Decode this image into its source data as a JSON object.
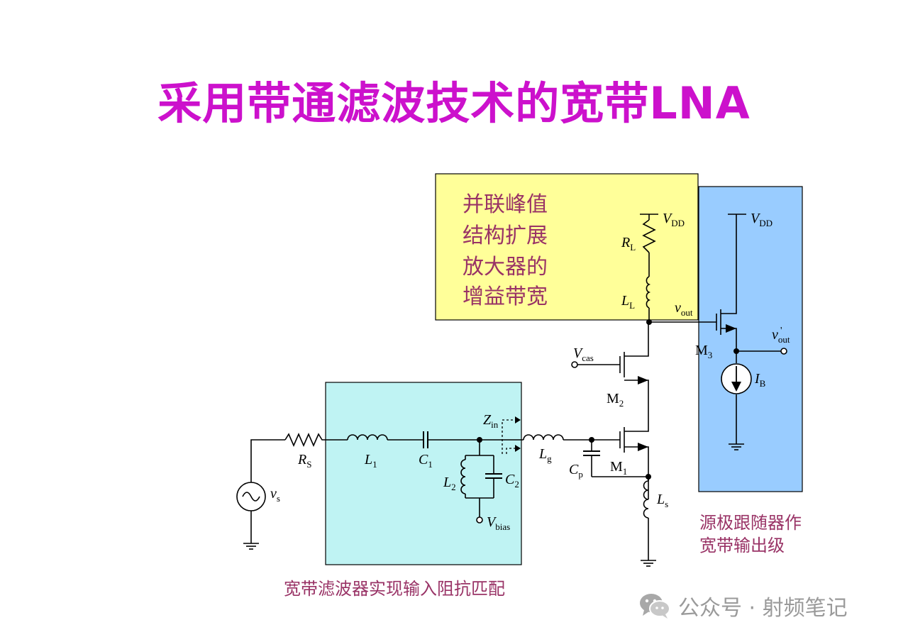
{
  "title": "采用带通滤波技术的宽带LNA",
  "colors": {
    "title": "#cc11cc",
    "annotation": "#993366",
    "yellow_box": "#ffff99",
    "blue_box": "#99ccff",
    "cyan_box": "#bff3f3",
    "wire": "#000000"
  },
  "annotations": {
    "yellow_lines": [
      "并联峰值",
      "结构扩展",
      "放大器的",
      "增益带宽"
    ],
    "blue_lines": [
      "源极跟随器作",
      "宽带输出级"
    ],
    "cyan_caption": "宽带滤波器实现输入阻抗匹配"
  },
  "labels": {
    "rs": {
      "main": "R",
      "sub": "S"
    },
    "l1": {
      "main": "L",
      "sub": "1"
    },
    "c1": {
      "main": "C",
      "sub": "1"
    },
    "l2": {
      "main": "L",
      "sub": "2"
    },
    "c2": {
      "main": "C",
      "sub": "2"
    },
    "zin": {
      "main": "Z",
      "sub": "in"
    },
    "lg": {
      "main": "L",
      "sub": "g"
    },
    "cp": {
      "main": "C",
      "sub": "p"
    },
    "m1": {
      "main": "M",
      "sub": "1"
    },
    "m2": {
      "main": "M",
      "sub": "2"
    },
    "m3": {
      "main": "M",
      "sub": "3"
    },
    "ls": {
      "main": "L",
      "sub": "s"
    },
    "rl": {
      "main": "R",
      "sub": "L"
    },
    "ll": {
      "main": "L",
      "sub": "L"
    },
    "vdd1": {
      "main": "V",
      "sub": "DD"
    },
    "vdd2": {
      "main": "V",
      "sub": "DD"
    },
    "vcas": {
      "main": "V",
      "sub": "cas"
    },
    "vout": {
      "main": "v",
      "sub": "out"
    },
    "vout2": {
      "main": "v",
      "sub": "out",
      "prime": "'"
    },
    "ib": {
      "main": "I",
      "sub": "B"
    },
    "vs": {
      "main": "v",
      "sub": "s"
    },
    "vbias": {
      "main": "V",
      "sub": "bias"
    }
  },
  "watermark": {
    "text": "公众号 · 射频笔记",
    "icon": "wechat-icon"
  }
}
